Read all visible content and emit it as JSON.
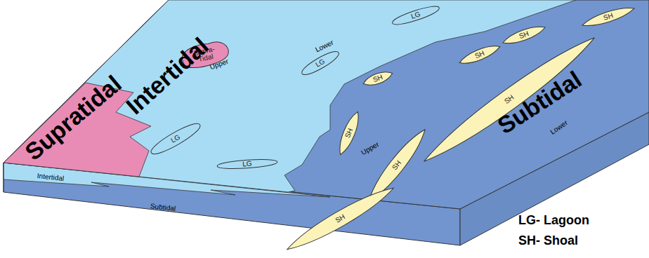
{
  "diagram": {
    "nodes": [
      {
        "text": [
          "Supra-Tidal"
        ]
      },
      {
        "text": [
          "LG"
        ]
      },
      {
        "text": [
          "SH"
        ]
      },
      {
        "text": [
          "SH"
        ]
      },
      {
        "text": [
          "SH"
        ]
      },
      {
        "text": [
          "LG"
        ]
      },
      {
        "text": [
          "SH"
        ]
      },
      {
        "text": [
          "SH"
        ]
      },
      {
        "text": [
          "SH"
        ]
      },
      {
        "text": [
          "LG"
        ]
      },
      {
        "text": [
          "LG"
        ]
      },
      {
        "text": [
          "SH"
        ]
      },
      {
        "text": [
          "SH"
        ]
      }
    ],
    "labels": [
      "Supratidal",
      "Intertidal",
      "Subtidal",
      "Upper",
      "Lower",
      "Upper",
      "Lower",
      "Intertidal",
      "Subtidal",
      "LG- Lagoon",
      "SH- Shoal"
    ]
  }
}
